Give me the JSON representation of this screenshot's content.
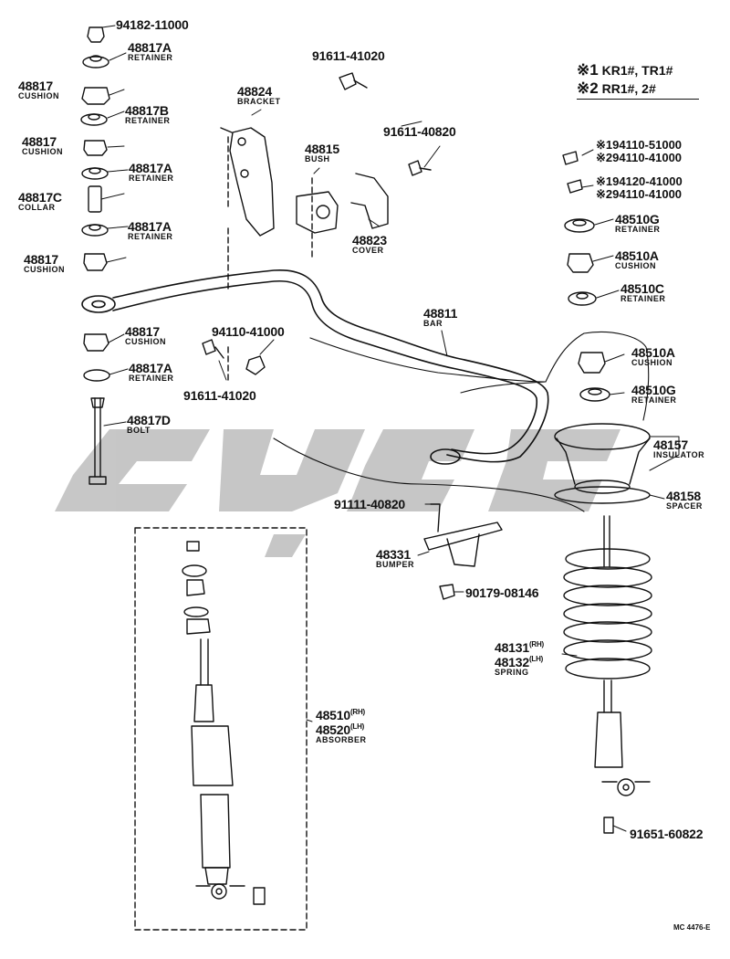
{
  "legend": [
    {
      "mark": "※1",
      "text": "KR1#, TR1#"
    },
    {
      "mark": "※2",
      "text": "RR1#, 2#"
    }
  ],
  "parts": {
    "p94182": {
      "num": "94182-11000"
    },
    "p48817A_1": {
      "num": "48817A",
      "name": "RETAINER"
    },
    "p48817_1": {
      "num": "48817",
      "name": "CUSHION"
    },
    "p48817B": {
      "num": "48817B",
      "name": "RETAINER"
    },
    "p48817_2": {
      "num": "48817",
      "name": "CUSHION"
    },
    "p48817A_2": {
      "num": "48817A",
      "name": "RETAINER"
    },
    "p48817C": {
      "num": "48817C",
      "name": "COLLAR"
    },
    "p48817A_3": {
      "num": "48817A",
      "name": "RETAINER"
    },
    "p48817_3": {
      "num": "48817",
      "name": "CUSHION"
    },
    "p48817_4": {
      "num": "48817",
      "name": "CUSHION"
    },
    "p48817A_4": {
      "num": "48817A",
      "name": "RETAINER"
    },
    "p48817D": {
      "num": "48817D",
      "name": "BOLT"
    },
    "p48824": {
      "num": "48824",
      "name": "BRACKET"
    },
    "p91611_a": {
      "num": "91611-41020"
    },
    "p91611_b": {
      "num": "91611-40820"
    },
    "p48815": {
      "num": "48815",
      "name": "BUSH"
    },
    "p48823": {
      "num": "48823",
      "name": "COVER"
    },
    "p94110": {
      "num": "94110-41000"
    },
    "p91611_c": {
      "num": "91611-41020"
    },
    "p48811": {
      "num": "48811",
      "name": "BAR"
    },
    "p94110_51": {
      "line1": "※194110-51000",
      "line2": "※294110-41000"
    },
    "p94120_41": {
      "line1": "※194120-41000",
      "line2": "※294110-41000"
    },
    "p48510G_1": {
      "num": "48510G",
      "name": "RETAINER"
    },
    "p48510A_1": {
      "num": "48510A",
      "name": "CUSHION"
    },
    "p48510C": {
      "num": "48510C",
      "name": "RETAINER"
    },
    "p48510A_2": {
      "num": "48510A",
      "name": "CUSHION"
    },
    "p48510G_2": {
      "num": "48510G",
      "name": "RETAINER"
    },
    "p48157": {
      "num": "48157",
      "name": "INSULATOR"
    },
    "p48158": {
      "num": "48158",
      "name": "SPACER"
    },
    "p91111": {
      "num": "91111-40820"
    },
    "p48331": {
      "num": "48331",
      "name": "BUMPER"
    },
    "p90179": {
      "num": "90179-08146"
    },
    "p48131": {
      "num": "48131",
      "side": "(RH)"
    },
    "p48132": {
      "num": "48132",
      "side": "(LH)",
      "name": "SPRING"
    },
    "p48510": {
      "num": "48510",
      "side": "(RH)"
    },
    "p48520": {
      "num": "48520",
      "side": "(LH)",
      "name": "ABSORBER"
    },
    "p91651": {
      "num": "91651-60822"
    }
  },
  "code": "MC 4476-E",
  "colors": {
    "ink": "#111111",
    "watermark": "#bfbfbf"
  }
}
